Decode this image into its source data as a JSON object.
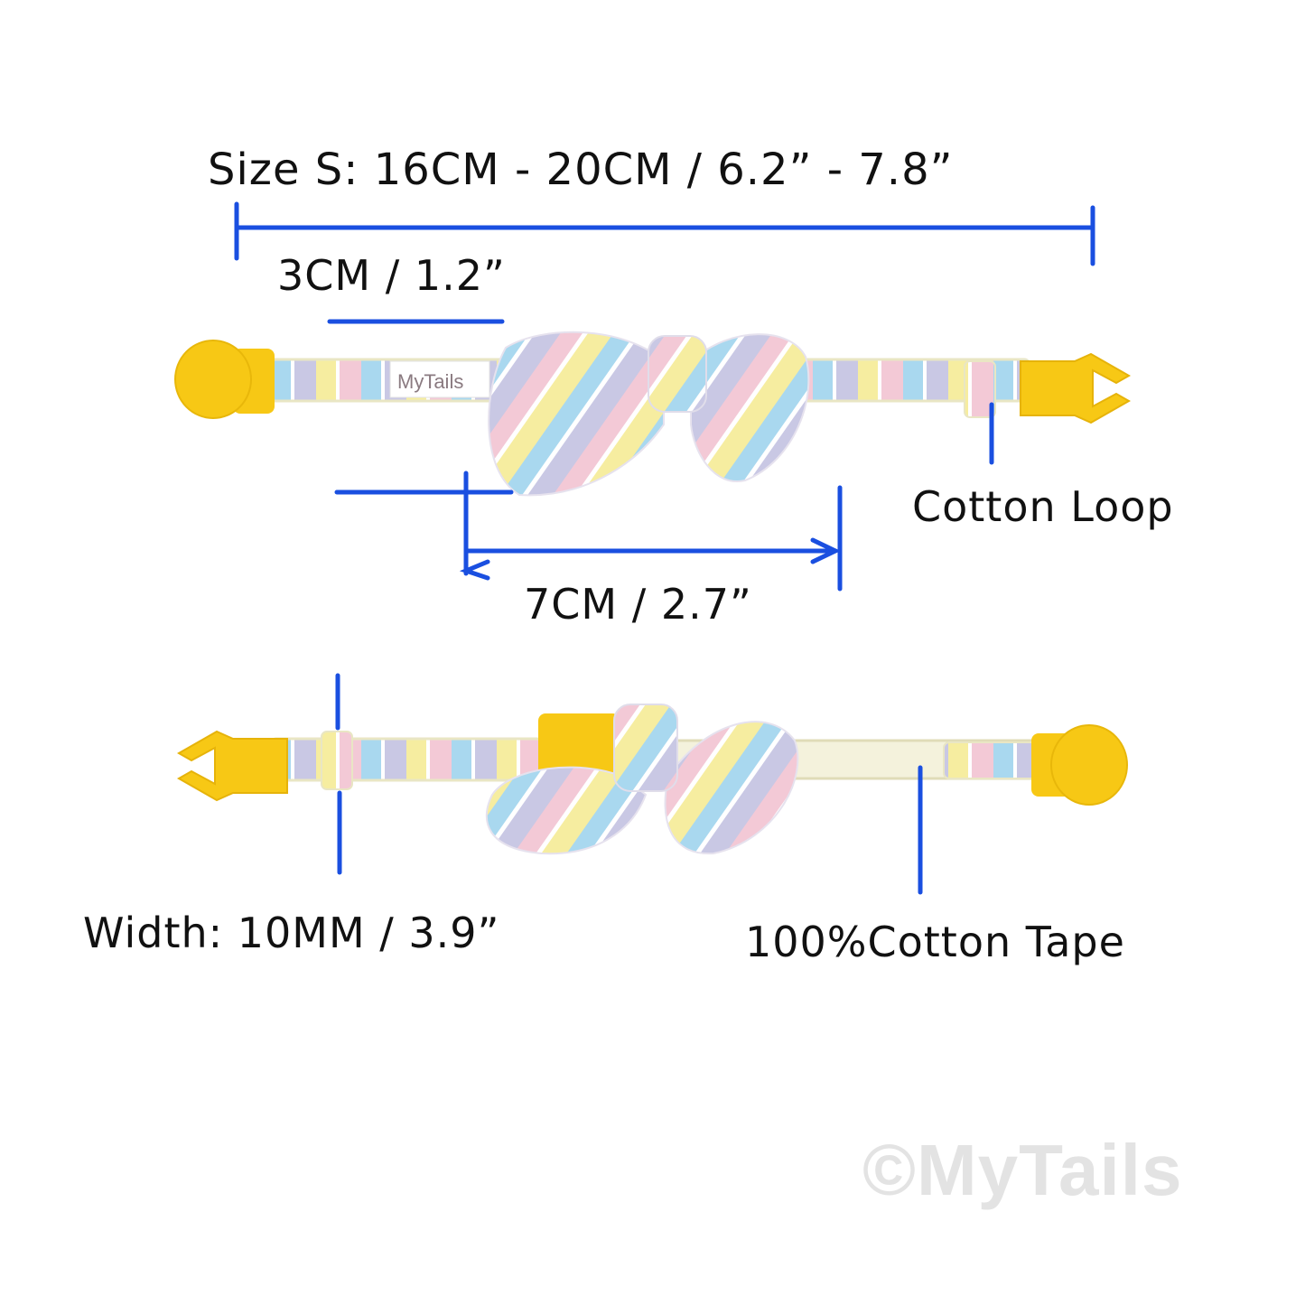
{
  "labels": {
    "size": "Size S: 16CM - 20CM / 6.2” - 7.8”",
    "bow_width": "3CM / 1.2”",
    "bow_length": "7CM / 2.7”",
    "cotton_loop": "Cotton Loop",
    "width": "Width: 10MM / 3.9”",
    "cotton_tape": "100%Cotton Tape"
  },
  "brand_tag": "MyTails",
  "watermark": "©MyTails",
  "colors": {
    "measure_line": "#1a4fe0",
    "buckle": "#f7c815",
    "stripe_blue": "#a9d8ef",
    "stripe_pink": "#f3c9d6",
    "stripe_yellow": "#f6eda0",
    "stripe_lavender": "#c9c8e4",
    "tape": "#f4f2dc"
  }
}
